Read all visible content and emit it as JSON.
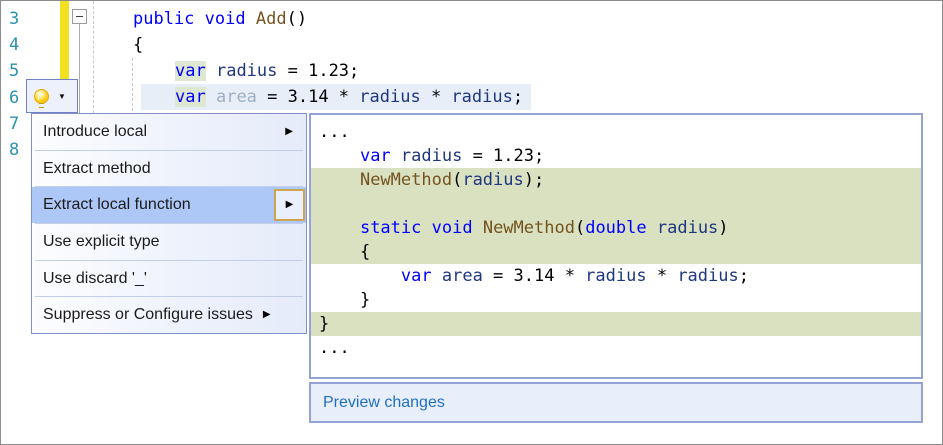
{
  "colors": {
    "line_number_teal": "#2b91af",
    "keyword_blue": "#0000ff",
    "method_brown": "#74531f",
    "identifier_navy": "#1f377f",
    "dimmed_identifier": "#9cb0c5",
    "var_reference_highlight": "#dde7d2",
    "line_selection": "#e7eef7",
    "changes_bar_yellow": "#f1e120",
    "menu_selection_blue": "#adc7f7",
    "submenu_button_gold_border": "#cda452",
    "added_line_green": "#d9e1c1",
    "pane_border_periwinkle": "#94a3d5",
    "link_blue": "#1f6fc0"
  },
  "editor": {
    "line_numbers": [
      "3",
      "4",
      "5",
      "6",
      "7",
      "8"
    ],
    "lines": [
      {
        "tokens": [
          {
            "t": "public",
            "c": "kw"
          },
          {
            "t": " ",
            "c": "pl"
          },
          {
            "t": "void",
            "c": "kw"
          },
          {
            "t": " ",
            "c": "pl"
          },
          {
            "t": "Add",
            "c": "method"
          },
          {
            "t": "()",
            "c": "pl"
          }
        ]
      },
      {
        "tokens": [
          {
            "t": "{",
            "c": "pl"
          }
        ]
      },
      {
        "tokens": [
          {
            "t": "var",
            "c": "kw hlbox"
          },
          {
            "t": " ",
            "c": "pl"
          },
          {
            "t": "radius",
            "c": "id"
          },
          {
            "t": " = 1.23;",
            "c": "pl"
          }
        ]
      },
      {
        "tokens": [
          {
            "t": "var",
            "c": "kw hlbox"
          },
          {
            "t": " ",
            "c": "pl"
          },
          {
            "t": "area",
            "c": "dim"
          },
          {
            "t": " = 3.14 * ",
            "c": "pl"
          },
          {
            "t": "radius",
            "c": "id"
          },
          {
            "t": " * ",
            "c": "pl"
          },
          {
            "t": "radius",
            "c": "id"
          },
          {
            "t": ";",
            "c": "pl"
          }
        ]
      }
    ]
  },
  "lightbulb": {
    "icon": "lightbulb-icon",
    "caret": "▼"
  },
  "menu": {
    "items": [
      {
        "label": "Introduce local",
        "submenu": true,
        "arrow": "▶"
      },
      {
        "label": "Extract method",
        "submenu": false
      },
      {
        "label": "Extract local function",
        "submenu": true,
        "arrow": "▶",
        "selected": true
      },
      {
        "label": "Use explicit type",
        "submenu": false
      },
      {
        "label": "Use discard '_'",
        "submenu": false
      },
      {
        "label": "Suppress or Configure issues",
        "submenu": true,
        "arrow": "▶"
      }
    ]
  },
  "preview": {
    "rows": [
      {
        "added": false,
        "tokens": [
          {
            "t": "...",
            "c": "pl"
          }
        ]
      },
      {
        "added": false,
        "tokens": [
          {
            "t": "    ",
            "c": "pl"
          },
          {
            "t": "var",
            "c": "kw"
          },
          {
            "t": " ",
            "c": "pl"
          },
          {
            "t": "radius",
            "c": "id"
          },
          {
            "t": " = 1.23;",
            "c": "pl"
          }
        ]
      },
      {
        "added": true,
        "tokens": [
          {
            "t": "    ",
            "c": "pl"
          },
          {
            "t": "NewMethod",
            "c": "method"
          },
          {
            "t": "(",
            "c": "pl"
          },
          {
            "t": "radius",
            "c": "id"
          },
          {
            "t": ");",
            "c": "pl"
          }
        ]
      },
      {
        "added": true,
        "tokens": []
      },
      {
        "added": true,
        "tokens": [
          {
            "t": "    ",
            "c": "pl"
          },
          {
            "t": "static",
            "c": "kw"
          },
          {
            "t": " ",
            "c": "pl"
          },
          {
            "t": "void",
            "c": "kw"
          },
          {
            "t": " ",
            "c": "pl"
          },
          {
            "t": "NewMethod",
            "c": "method"
          },
          {
            "t": "(",
            "c": "pl"
          },
          {
            "t": "double",
            "c": "kw"
          },
          {
            "t": " ",
            "c": "pl"
          },
          {
            "t": "radius",
            "c": "id"
          },
          {
            "t": ")",
            "c": "pl"
          }
        ]
      },
      {
        "added": true,
        "tokens": [
          {
            "t": "    {",
            "c": "pl"
          }
        ]
      },
      {
        "added": false,
        "tokens": [
          {
            "t": "        ",
            "c": "pl"
          },
          {
            "t": "var",
            "c": "kw"
          },
          {
            "t": " ",
            "c": "pl"
          },
          {
            "t": "area",
            "c": "id"
          },
          {
            "t": " = 3.14 * ",
            "c": "pl"
          },
          {
            "t": "radius",
            "c": "id"
          },
          {
            "t": " * ",
            "c": "pl"
          },
          {
            "t": "radius",
            "c": "id"
          },
          {
            "t": ";",
            "c": "pl"
          }
        ]
      },
      {
        "added": false,
        "tokens": [
          {
            "t": "    }",
            "c": "pl"
          }
        ]
      },
      {
        "added": true,
        "tokens": [
          {
            "t": "}",
            "c": "pl"
          }
        ]
      },
      {
        "added": false,
        "tokens": [
          {
            "t": "...",
            "c": "pl"
          }
        ]
      }
    ],
    "footer_link": "Preview changes"
  }
}
